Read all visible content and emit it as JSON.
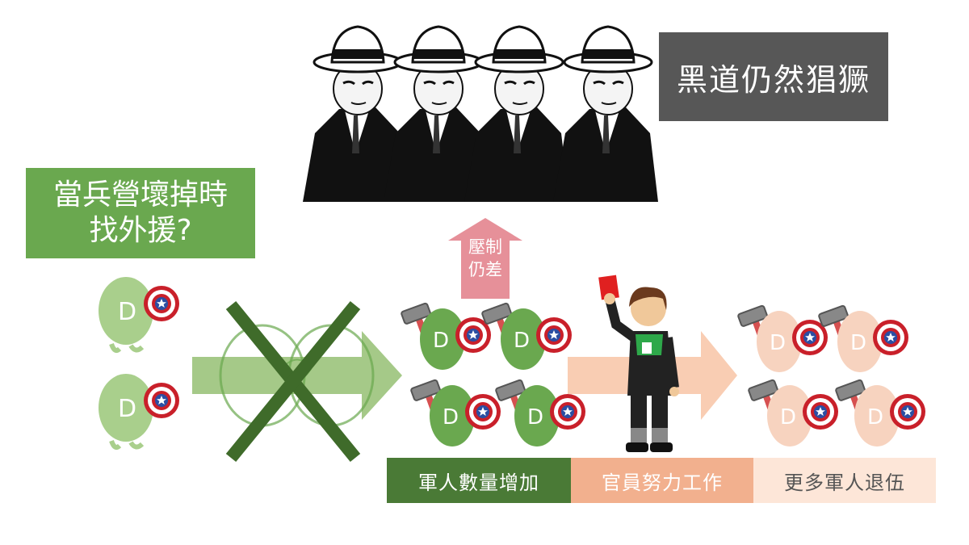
{
  "gangster_label": "黑道仍然猖獗",
  "question_line1": "當兵營壞掉時",
  "question_line2": "找外援?",
  "suppress_line1": "壓制",
  "suppress_line2": "仍差",
  "bars": [
    "軍人數量增加",
    "官員努力工作",
    "更多軍人退伍"
  ],
  "colors": {
    "green_dark": "#4a7a36",
    "green": "#6aa84f",
    "green_light": "#8fbc6a",
    "peach": "#f2b08e",
    "peach_light": "#fde6d8",
    "gray": "#575757",
    "pink": "#e69099",
    "cross": "#3f6b2a"
  }
}
